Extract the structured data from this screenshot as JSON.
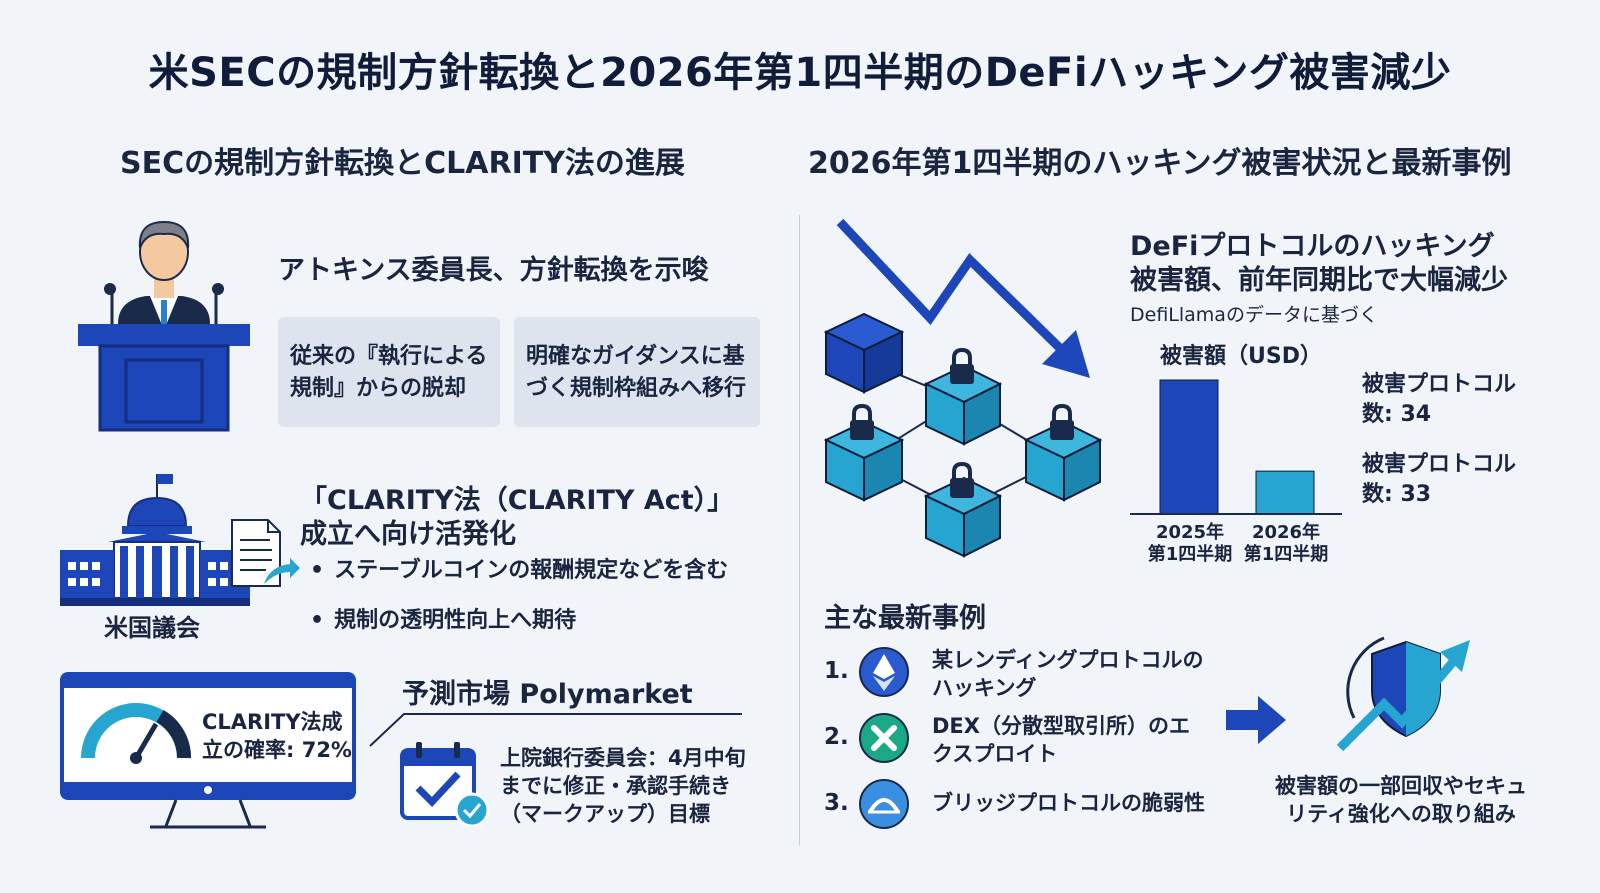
{
  "title": "米SECの規制方針転換と2026年第1四半期のDeFiハッキング被害減少",
  "left": {
    "heading": "SECの規制方針転換とCLARITY法の進展",
    "chair_heading": "アトキンス委員長、方針転換を示唆",
    "card1": "従来の『執行による規制』からの脱却",
    "card2": "明確なガイダンスに基づく規制枠組みへ移行",
    "clarity_line1": "「CLARITY法（CLARITY Act）」",
    "clarity_line2": "成立へ向け活発化",
    "bullet1": "ステーブルコインの報酬規定などを含む",
    "bullet2": "規制の透明性向上へ期待",
    "congress_label": "米国議会",
    "monitor_line1": "CLARITY法成",
    "monitor_line2": "立の確率: 72%",
    "market_heading": "予測市場 Polymarket",
    "senate_text": "上院銀行委員会：4月中旬までに修正・承認手続き（マークアップ）目標"
  },
  "right": {
    "heading": "2026年第1四半期のハッキング被害状況と最新事例",
    "hack_heading_line1": "DeFiプロトコルのハッキング",
    "hack_heading_line2": "被害額、前年同期比で大幅減少",
    "source": "DefiLlamaのデータに基づく",
    "examples_heading": "主な最新事例",
    "examples": [
      {
        "num": "1.",
        "text": "某レンディングプロトコルのハッキング"
      },
      {
        "num": "2.",
        "text": "DEX（分散型取引所）のエクスプロイト"
      },
      {
        "num": "3.",
        "text": "ブリッジプロトコルの脆弱性"
      }
    ],
    "recovery_text": "被害額の一部回収やセキュリティ強化への取り組み"
  },
  "chart_data": {
    "type": "bar",
    "ylabel": "被害額（USD）",
    "categories": [
      "2025年 第1四半期",
      "2026年 第1四半期"
    ],
    "category_lines": [
      [
        "2025年",
        "第1四半期"
      ],
      [
        "2026年",
        "第1四半期"
      ]
    ],
    "values": [
      1.0,
      0.32
    ],
    "colors": [
      "#1d47b8",
      "#27a5d1"
    ],
    "annotations": [
      {
        "line1": "被害プロトコル",
        "line2": "数: 34"
      },
      {
        "line1": "被害プロトコル",
        "line2": "数: 33"
      }
    ]
  }
}
